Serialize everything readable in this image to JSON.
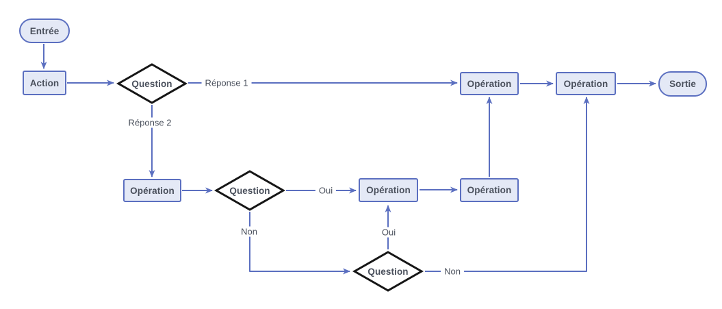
{
  "colors": {
    "edge": "#5b6fc0",
    "node_border": "#5b6fc0",
    "node_fill": "#e4e9f6",
    "decision_border": "#161616",
    "decision_fill": "#ffffff",
    "text": "#4a505c",
    "background": "#ffffff"
  },
  "diagram": {
    "type": "flowchart",
    "nodes": {
      "entree": {
        "label": "Entrée",
        "type": "terminal-start"
      },
      "action": {
        "label": "Action",
        "type": "process"
      },
      "question1": {
        "label": "Question",
        "type": "decision"
      },
      "operation_a": {
        "label": "Opération",
        "type": "process"
      },
      "question2": {
        "label": "Question",
        "type": "decision"
      },
      "operation_b": {
        "label": "Opération",
        "type": "process"
      },
      "operation_c": {
        "label": "Opération",
        "type": "process"
      },
      "question3": {
        "label": "Question",
        "type": "decision"
      },
      "operation_d": {
        "label": "Opération",
        "type": "process"
      },
      "operation_e": {
        "label": "Opération",
        "type": "process"
      },
      "sortie": {
        "label": "Sortie",
        "type": "terminal-end"
      }
    },
    "edge_labels": {
      "reponse1": "Réponse 1",
      "reponse2": "Réponse 2",
      "oui_q2": "Oui",
      "non_q2": "Non",
      "oui_q3": "Oui",
      "non_q3": "Non"
    }
  }
}
